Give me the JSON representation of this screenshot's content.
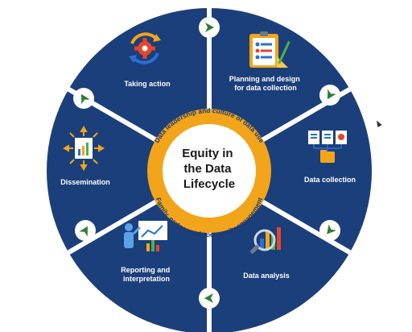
{
  "center": {
    "title_lines": [
      "Equity in",
      "the Data",
      "Lifecycle"
    ]
  },
  "ring": {
    "top_text": "Data leadership and culture of data use",
    "bottom_text": "Family, partner and community engagement"
  },
  "segments": [
    {
      "label_lines": [
        "Taking action"
      ],
      "icon": "gear-cycle-icon"
    },
    {
      "label_lines": [
        "Planning and design",
        "for data collection"
      ],
      "icon": "clipboard-planning-icon"
    },
    {
      "label_lines": [
        "Data collection"
      ],
      "icon": "documents-folder-icon"
    },
    {
      "label_lines": [
        "Data analysis"
      ],
      "icon": "magnifier-chart-icon"
    },
    {
      "label_lines": [
        "Reporting and",
        "interpretation"
      ],
      "icon": "presenter-chart-icon"
    },
    {
      "label_lines": [
        "Dissemination"
      ],
      "icon": "report-arrows-icon"
    }
  ],
  "colors": {
    "segment_fill": "#1b3f7a",
    "divider": "#ffffff",
    "ring": "#f2a51a",
    "arrow_circle": "#ffffff",
    "arrow": "#2e7d32"
  }
}
